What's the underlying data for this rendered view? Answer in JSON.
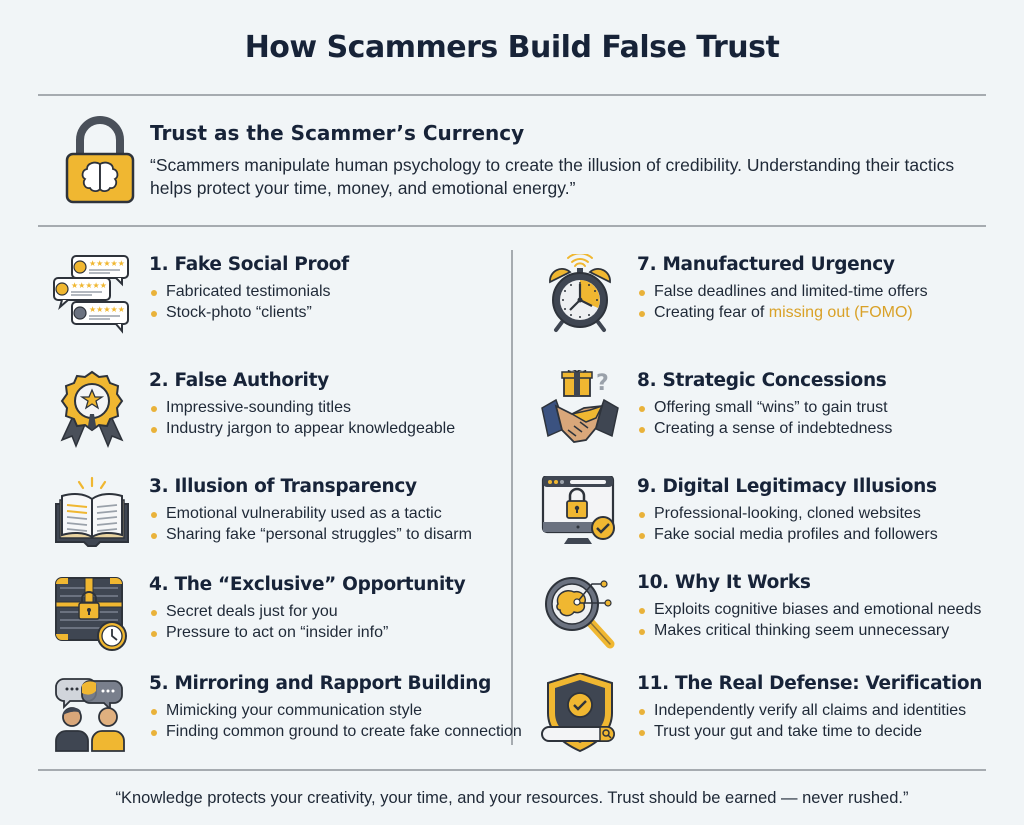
{
  "title": "How Scammers Build False Trust",
  "intro": {
    "heading": "Trust as the Scammer’s Currency",
    "quote": "“Scammers manipulate human psychology to create the illusion of credibility. Understanding their tactics helps protect your time, money, and emotional energy.”",
    "icon": "padlock-brain-icon"
  },
  "left_column": [
    {
      "heading": "1. Fake Social Proof",
      "icon": "testimonial-bubbles-icon",
      "bullets": [
        "Fabricated testimonials",
        "Stock-photo “clients”"
      ]
    },
    {
      "heading": "2. False Authority",
      "icon": "award-ribbon-icon",
      "bullets": [
        "Impressive-sounding titles",
        "Industry jargon to appear knowledgeable"
      ]
    },
    {
      "heading": "3. Illusion of Transparency",
      "icon": "open-book-icon",
      "bullets": [
        "Emotional vulnerability used as a tactic",
        "Sharing fake “personal struggles” to disarm"
      ]
    },
    {
      "heading": "4. The “Exclusive” Opportunity",
      "icon": "treasure-chest-clock-icon",
      "bullets": [
        "Secret deals just for you",
        "Pressure to act on “insider info”"
      ]
    },
    {
      "heading": "5. Mirroring and Rapport Building",
      "icon": "two-people-chat-icon",
      "bullets": [
        "Mimicking your communication style",
        "Finding common ground to create fake connection"
      ]
    }
  ],
  "right_column": [
    {
      "heading": "7. Manufactured Urgency",
      "icon": "alarm-clock-icon",
      "bullets": [
        "False deadlines and limited-time offers"
      ],
      "bullet2_prefix": "Creating fear of ",
      "bullet2_highlight": "missing out (FOMO)"
    },
    {
      "heading": "8. Strategic Concessions",
      "icon": "gift-handshake-icon",
      "bullets": [
        "Offering small “wins” to gain trust",
        "Creating a sense of indebtedness"
      ]
    },
    {
      "heading": "9. Digital Legitimacy Illusions",
      "icon": "monitor-lock-check-icon",
      "bullets": [
        "Professional-looking, cloned websites",
        "Fake social media profiles and followers"
      ]
    },
    {
      "heading": "10. Why It Works",
      "icon": "magnifier-brain-icon",
      "bullets": [
        "Exploits cognitive biases and emotional needs",
        "Makes critical thinking seem unnecessary"
      ]
    },
    {
      "heading": "11. The Real Defense: Verification",
      "icon": "shield-check-search-icon",
      "bullets": [
        "Independently verify all claims and identities",
        "Trust your gut and take time to decide"
      ]
    }
  ],
  "footer": "“Knowledge protects your creativity, your time, and your resources. Trust should be earned — never rushed.”",
  "colors": {
    "background": "#f1f5f7",
    "heading": "#172338",
    "accent_yellow": "#f0b731",
    "icon_dark": "#3f4652",
    "divider": "#a6abb0",
    "highlight_text": "#d9a127"
  }
}
